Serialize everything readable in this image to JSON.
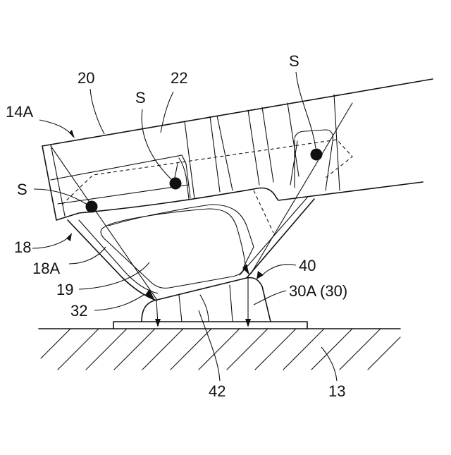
{
  "figure": {
    "labels": {
      "l20": "20",
      "l22": "22",
      "l14a": "14A",
      "s_top_right": "S",
      "s_center": "S",
      "s_left": "S",
      "l18": "18",
      "l18a": "18A",
      "l19": "19",
      "l32": "32",
      "l40": "40",
      "l30a": "30A (30)",
      "l42": "42",
      "l13": "13"
    },
    "colors": {
      "stroke": "#111111",
      "background": "#ffffff",
      "marker": "#111111"
    }
  }
}
